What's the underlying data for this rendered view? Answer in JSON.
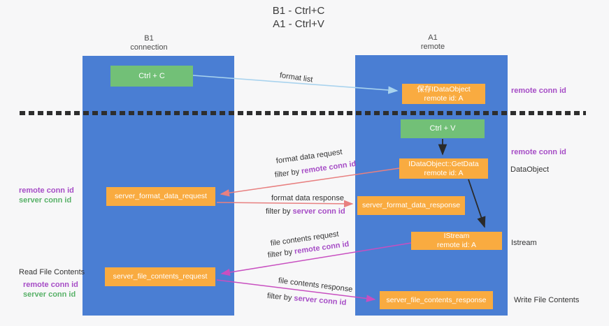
{
  "title": {
    "line1": "B1 - Ctrl+C",
    "line2": "A1 - Ctrl+V"
  },
  "columns": {
    "left": {
      "name": "B1",
      "role": "connection"
    },
    "right": {
      "name": "A1",
      "role": "remote"
    }
  },
  "nodes": {
    "ctrl_c": {
      "label": "Ctrl + C"
    },
    "save_idataobject": {
      "line1": "保存IDataObject",
      "line2": "remote id: A"
    },
    "ctrl_v": {
      "label": "Ctrl + V"
    },
    "idataobject_getdata": {
      "line1": "IDataObject::GetData",
      "line2": "remote id: A"
    },
    "server_format_data_request": {
      "label": "server_format_data_request"
    },
    "server_format_data_response": {
      "label": "server_format_data_response"
    },
    "istream": {
      "line1": "IStream",
      "line2": "remote id: A"
    },
    "server_file_contents_request": {
      "label": "server_file_contents_request"
    },
    "server_file_contents_response": {
      "label": "server_file_contents_response"
    }
  },
  "edge_labels": {
    "format_list": "format list",
    "format_data_request": "format data request",
    "format_data_response": "format data response",
    "file_contents_request": "file contents request",
    "file_contents_response": "file contents response",
    "filter_by": "filter by ",
    "remote_conn_id": "remote conn id",
    "server_conn_id": "server conn id"
  },
  "side_labels": {
    "remote_conn_id": "remote conn id",
    "server_conn_id": "server conn id",
    "dataobject": "DataObject",
    "istream": "Istream",
    "read_file_contents": "Read File Contents",
    "write_file_contents": "Write File Contents"
  },
  "colors": {
    "column_blue": "#4a7ed3",
    "node_orange": "#f9ab40",
    "node_green": "#72c077",
    "arrow_blue": "#a9d3ee",
    "arrow_salmon": "#e88080",
    "arrow_magenta": "#c84fc0",
    "arrow_black": "#2a2a2a",
    "label_purple": "#a64dc6",
    "label_green": "#58b168"
  }
}
